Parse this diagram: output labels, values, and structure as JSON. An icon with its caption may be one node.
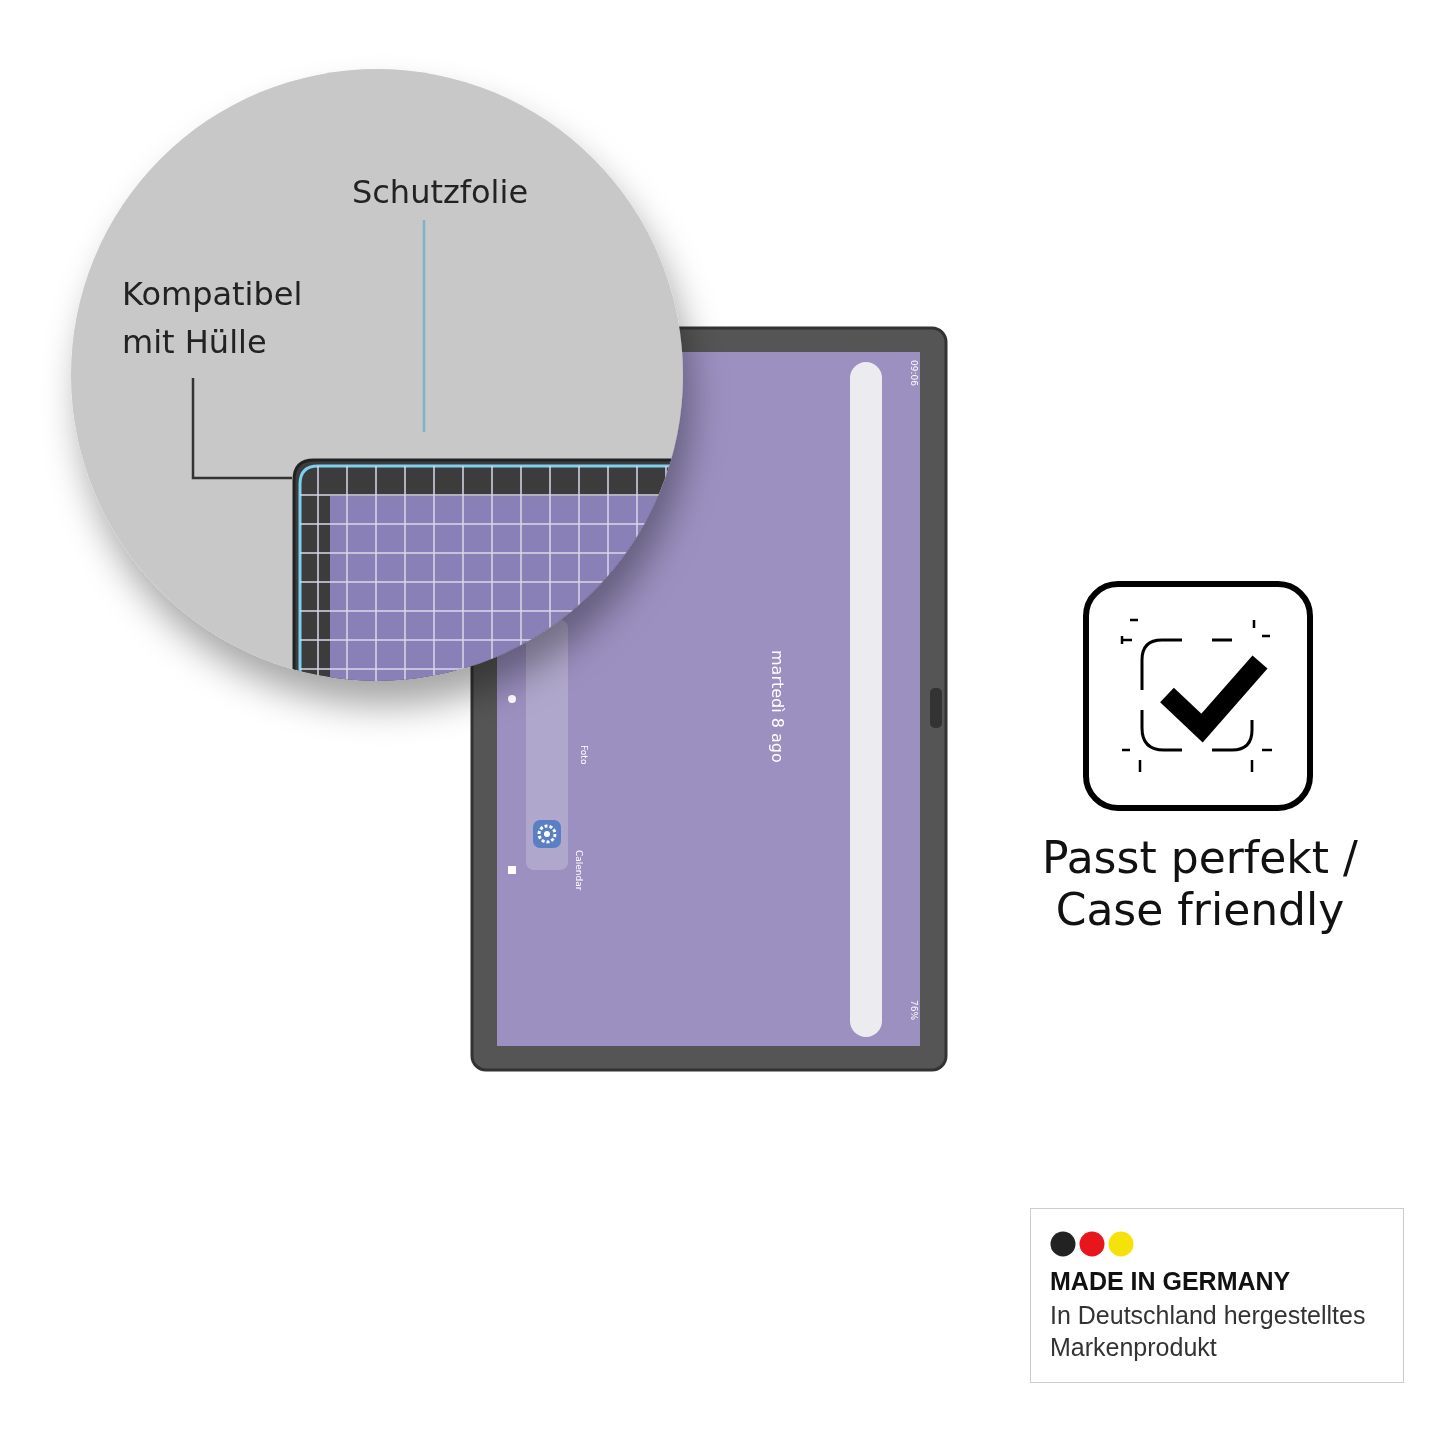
{
  "diagram": {
    "nodes": [
      {
        "text": [
          "Schutzfolie"
        ]
      },
      {
        "text": [
          "Kompatibel mit Hülle"
        ]
      },
      {
        "text": [],
        "shape": "picture"
      },
      {
        "text": [
          "MADE IN GERMANY",
          "In Deutschland hergestelltes Markenprodukt"
        ]
      }
    ],
    "edges": [
      {
        "from": 0,
        "to": null,
        "arrow": "none",
        "color": "#7fb0cc"
      },
      {
        "from": 1,
        "to": 2,
        "arrow": "none",
        "color": "#333333"
      }
    ],
    "labels": [
      "09:06",
      "martedì 8 ago",
      "Foto",
      "Calendar",
      "76%",
      "Passt perfekt / Case friendly"
    ]
  }
}
